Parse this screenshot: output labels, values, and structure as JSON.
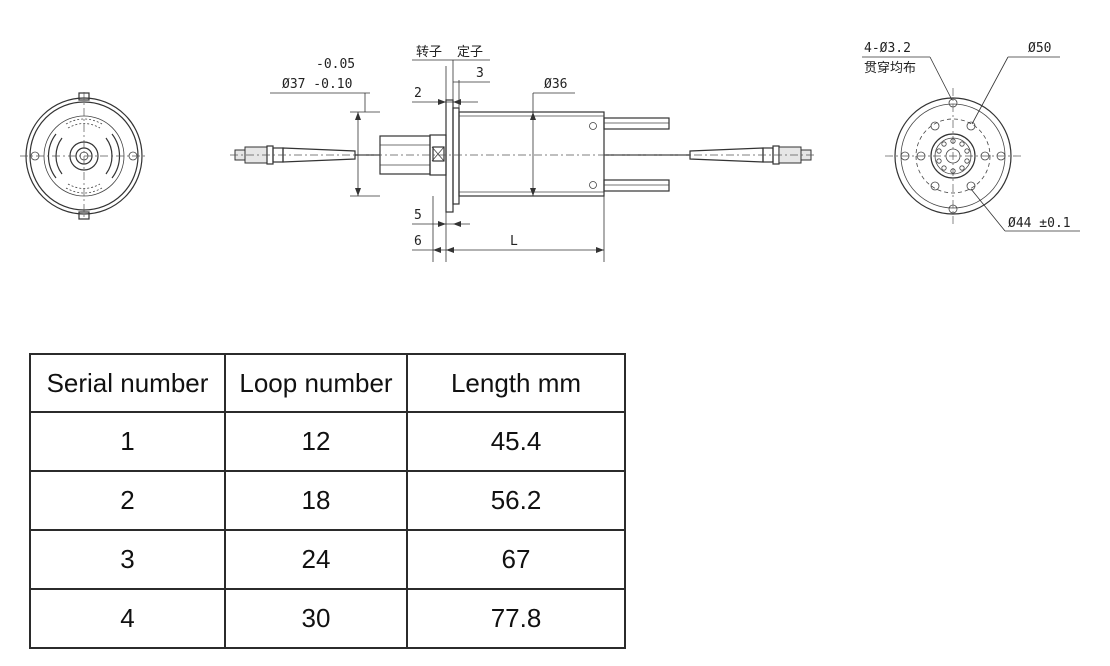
{
  "drawing": {
    "tol_upper": "-0.05",
    "tol_lower": "Ø37 -0.10",
    "rotor_label": "转子",
    "stator_label": "定子",
    "dim_3": "3",
    "dim_2": "2",
    "dim_diam36": "Ø36",
    "dim_5": "5",
    "dim_6": "6",
    "dim_L": "L",
    "hole_spec": "4-Ø3.2",
    "hole_note": "贯穿均布",
    "dim_diam50": "Ø50",
    "dim_diam44": "Ø44 ±0.1"
  },
  "table": {
    "headers": [
      "Serial number",
      "Loop number",
      "Length mm"
    ],
    "rows": [
      [
        "1",
        "12",
        "45.4"
      ],
      [
        "2",
        "18",
        "56.2"
      ],
      [
        "3",
        "24",
        "67"
      ],
      [
        "4",
        "30",
        "77.8"
      ]
    ]
  }
}
